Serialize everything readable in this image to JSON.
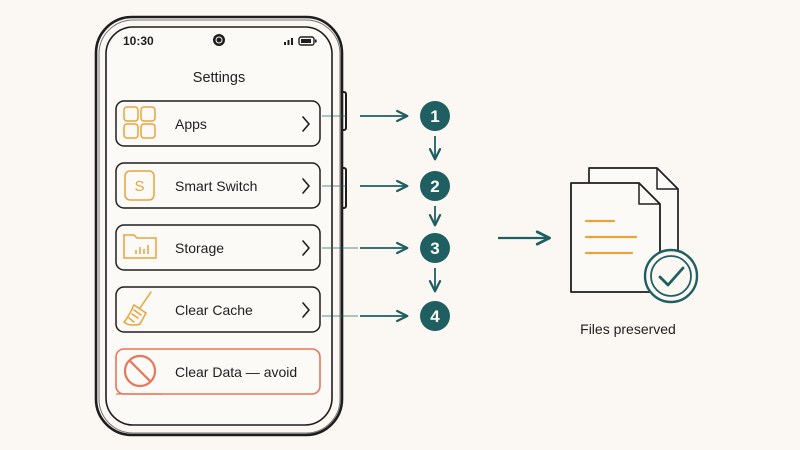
{
  "phone": {
    "status_time": "10:30",
    "screen_title": "Settings",
    "items": [
      {
        "label": "Apps",
        "icon": "apps-grid-icon"
      },
      {
        "label": "Smart Switch",
        "icon": "smart-switch-icon"
      },
      {
        "label": "Storage",
        "icon": "storage-folder-icon"
      },
      {
        "label": "Clear Cache",
        "icon": "broom-icon"
      },
      {
        "label": "Clear Data — avoid",
        "icon": "prohibited-icon"
      }
    ]
  },
  "steps": [
    "1",
    "2",
    "3",
    "4"
  ],
  "result": {
    "label": "Files preserved",
    "icon": "documents-check-icon"
  },
  "colors": {
    "background": "#fbf8f4",
    "ink": "#1e1e1e",
    "teal": "#1f5f62",
    "accent_orange": "#e8a33d",
    "warning_orange": "#e8765a"
  }
}
